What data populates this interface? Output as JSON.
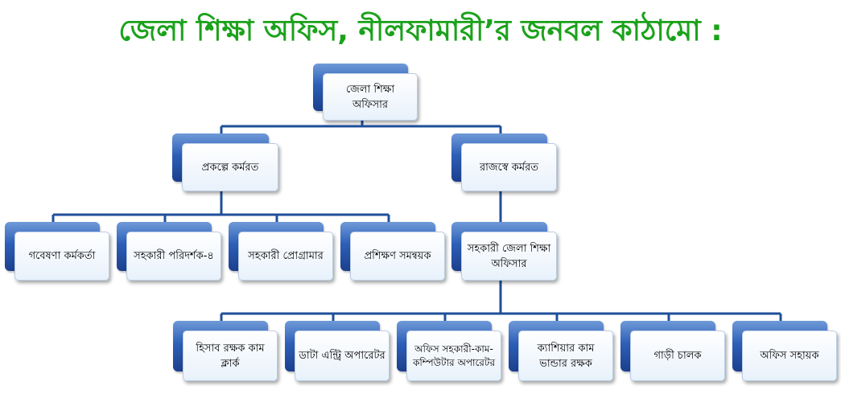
{
  "title": "জেলা শিক্ষা অফিস, নীলফামারী’র জনবল কাঠামো :",
  "org_chart": {
    "root": {
      "label": "জেলা শিক্ষা অফিসার"
    },
    "level1": [
      {
        "label": "প্রকল্পে কর্মরত"
      },
      {
        "label": "রাজস্বে কর্মরত"
      }
    ],
    "project_staff": [
      {
        "label": "গবেষণা কর্মকর্তা"
      },
      {
        "label": "সহকারী পরিদর্শক-৪"
      },
      {
        "label": "সহকারী প্রোগ্রামার"
      },
      {
        "label": "প্রশিক্ষণ সমন্বয়ক"
      }
    ],
    "revenue_head": {
      "label": "সহকারী জেলা শিক্ষা অফিসার"
    },
    "revenue_staff": [
      {
        "label": "হিসাব রক্ষক কাম ক্লার্ক"
      },
      {
        "label": "ডাটা এন্ট্রি অপারেটর"
      },
      {
        "label": "অফিস সহকারী-কাম-কম্পিউটার অপারেটর"
      },
      {
        "label": "ক্যাশিয়ার কাম ভান্ডার রক্ষক"
      },
      {
        "label": "গাড়ী চালক"
      },
      {
        "label": "অফিস সহায়ক"
      }
    ]
  },
  "colors": {
    "title": "#1ba21b",
    "connector": "#1f4f9a",
    "box_back": "#2d5fb8"
  }
}
